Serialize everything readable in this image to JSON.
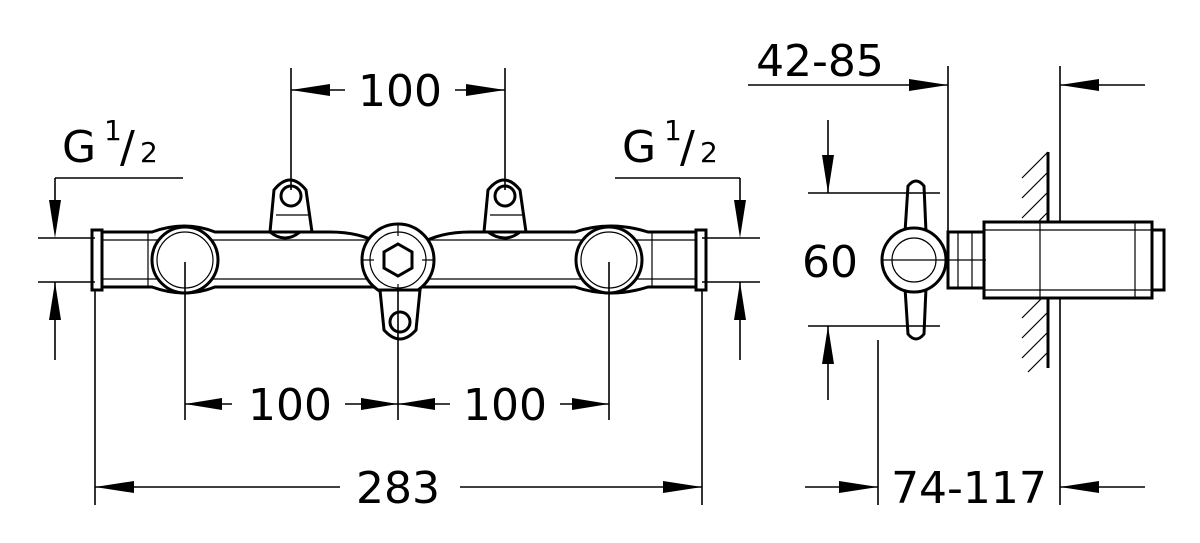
{
  "dimensions": {
    "top_spacing": "100",
    "bottom_left_spacing": "100",
    "bottom_right_spacing": "100",
    "overall_length": "283",
    "wall_depth_top": "42-85",
    "wall_depth_bottom": "74-117",
    "height": "60"
  },
  "thread_left": {
    "main": "G",
    "numerator": "1",
    "slash": "/",
    "denominator": "2"
  },
  "thread_right": {
    "main": "G",
    "numerator": "1",
    "slash": "/",
    "denominator": "2"
  }
}
